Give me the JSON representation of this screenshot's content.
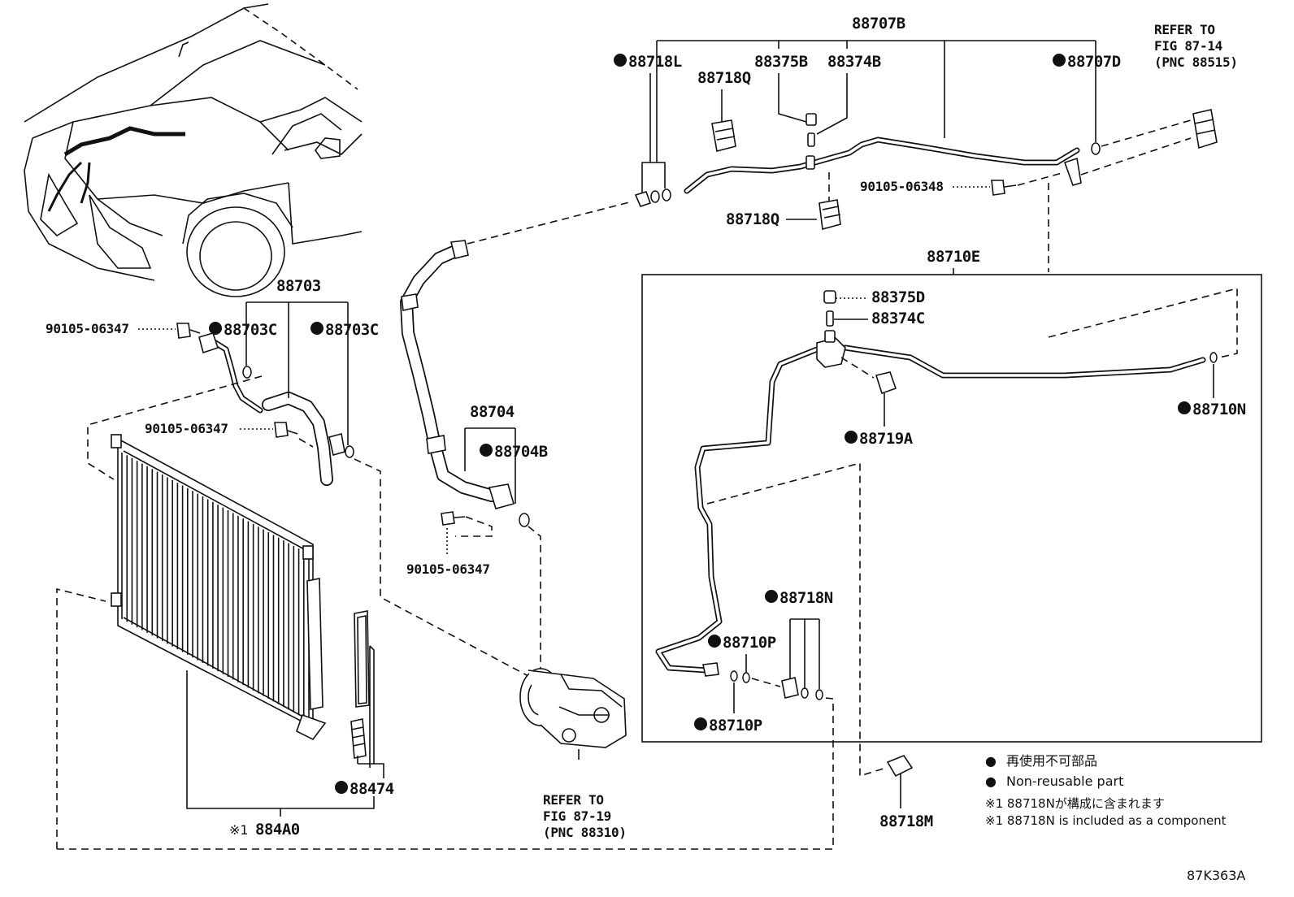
{
  "diagram": {
    "figure_code": "87K363A",
    "labels": {
      "l_88707B": "88707B",
      "l_88718L": "88718L",
      "l_88375B": "88375B",
      "l_88374B": "88374B",
      "l_88707D": "88707D",
      "l_88718Q_top": "88718Q",
      "l_88718Q_bot": "88718Q",
      "l_90105_06348": "90105-06348",
      "l_88710E": "88710E",
      "l_88375D": "88375D",
      "l_88374C": "88374C",
      "l_88719A": "88719A",
      "l_88710N": "88710N",
      "l_88718N": "88718N",
      "l_88710P_a": "88710P",
      "l_88710P_b": "88710P",
      "l_88718M": "88718M",
      "l_88703": "88703",
      "l_90105_06347_a": "90105-06347",
      "l_88703C_a": "88703C",
      "l_88703C_b": "88703C",
      "l_90105_06347_b": "90105-06347",
      "l_88704": "88704",
      "l_88704B": "88704B",
      "l_90105_06347_c": "90105-06347",
      "l_88474": "88474",
      "l_884A0": "884A0"
    },
    "refer_to_top": [
      "REFER TO",
      "FIG 87-14",
      "(PNC 88515)"
    ],
    "refer_to_bottom": [
      "REFER TO",
      "FIG 87-19",
      "(PNC 88310)"
    ],
    "component_mark": "※1",
    "legend": {
      "bullet": "●",
      "jp_non_reusable": "再使用不可部品",
      "en_non_reusable": "Non-reusable part",
      "jp_component_note": "※1 88718Nが構成に含まれます",
      "en_component_note": "※1 88718N is included as a component"
    }
  }
}
